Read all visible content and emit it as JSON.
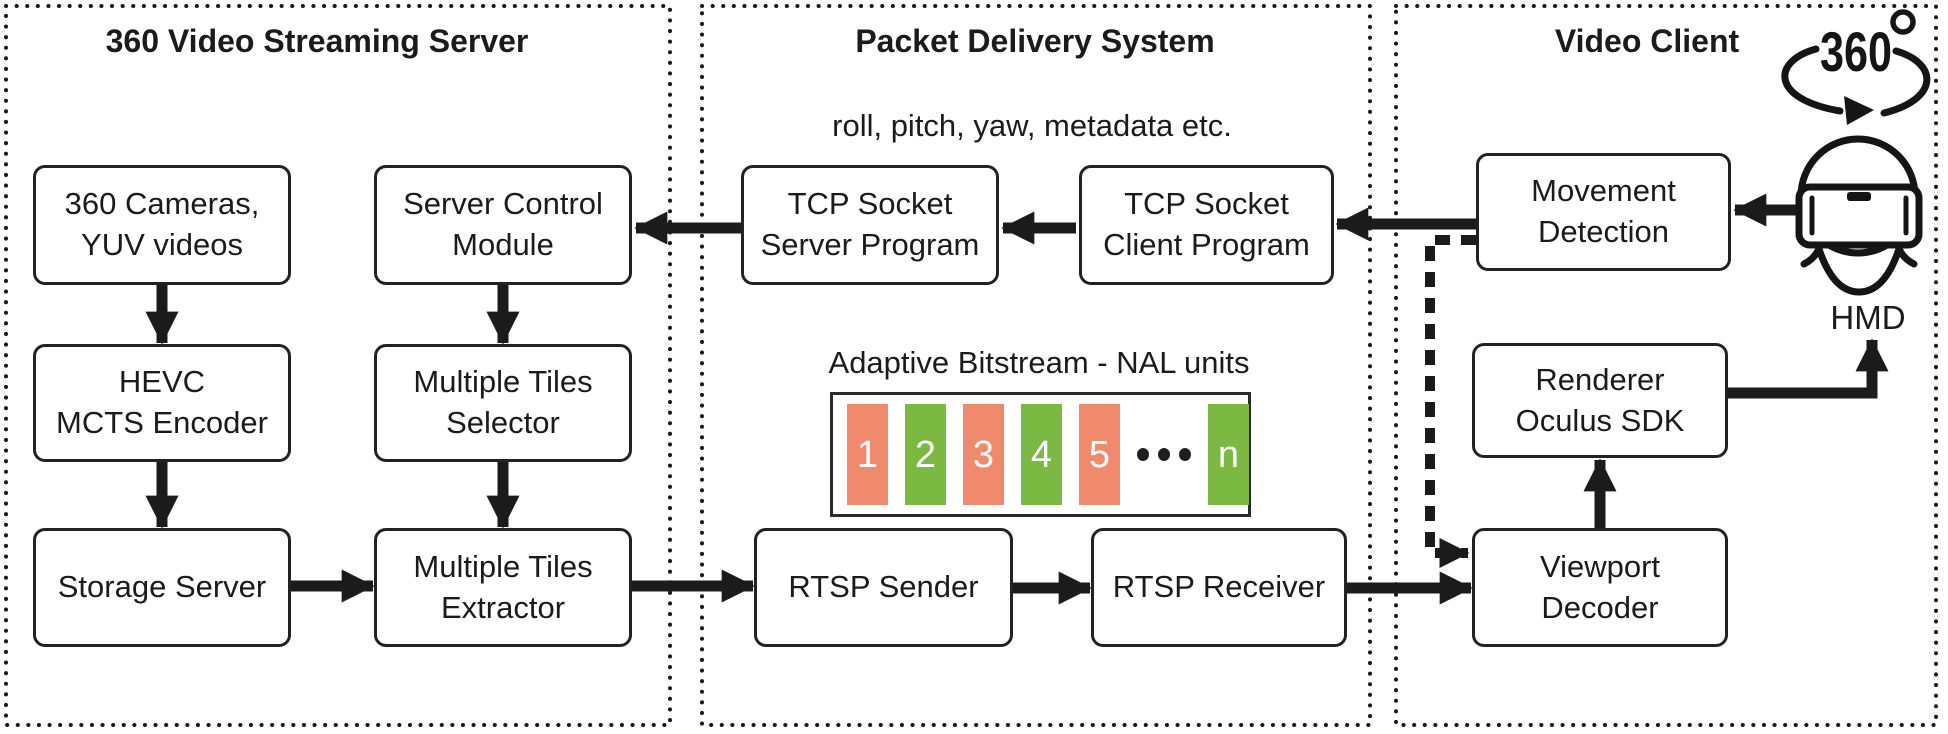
{
  "colors": {
    "ink": "#1c1c1c",
    "nal_salmon": "#ef8a6c",
    "nal_green": "#7cb942",
    "background": "#ffffff"
  },
  "sections": {
    "server": {
      "title": "360 Video Streaming Server"
    },
    "delivery": {
      "title": "Packet Delivery System"
    },
    "client": {
      "title": "Video Client"
    }
  },
  "server": {
    "cameras": "360 Cameras,\nYUV videos",
    "control": "Server Control\nModule",
    "encoder": "HEVC\nMCTS Encoder",
    "selector": "Multiple Tiles\nSelector",
    "storage": "Storage Server",
    "extractor": "Multiple Tiles\nExtractor"
  },
  "delivery": {
    "metadata_label": "roll, pitch, yaw, metadata etc.",
    "tcp_server": "TCP Socket\nServer Program",
    "tcp_client": "TCP Socket\nClient Program",
    "bitstream_label": "Adaptive Bitstream - NAL units",
    "nal_units": [
      {
        "label": "1",
        "color": "#ef8a6c"
      },
      {
        "label": "2",
        "color": "#7cb942"
      },
      {
        "label": "3",
        "color": "#ef8a6c"
      },
      {
        "label": "4",
        "color": "#7cb942"
      },
      {
        "label": "5",
        "color": "#ef8a6c"
      },
      {
        "type": "dots"
      },
      {
        "label": "n",
        "color": "#7cb942"
      }
    ],
    "rtsp_sender": "RTSP Sender",
    "rtsp_receiver": "RTSP Receiver"
  },
  "client": {
    "movement": "Movement\nDetection",
    "renderer": "Renderer\nOculus SDK",
    "viewport": "Viewport\nDecoder",
    "hmd_label": "HMD",
    "rotation_text": "360",
    "rotation_degree_symbol": "°"
  }
}
